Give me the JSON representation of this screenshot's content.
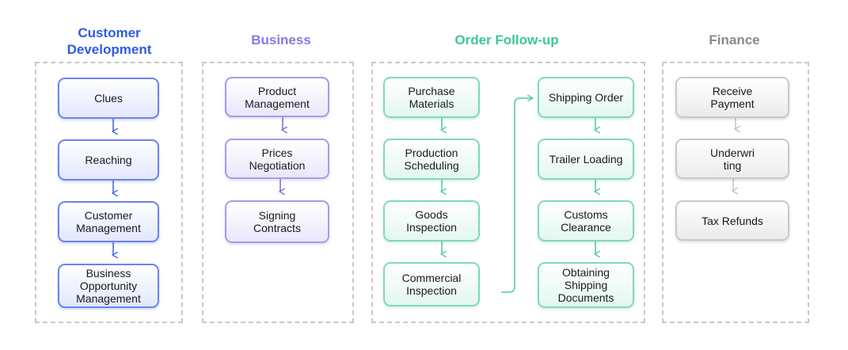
{
  "colors": {
    "customer": "#2f5be0",
    "business": "#8a78e3",
    "order": "#3ec795",
    "finance": "#8a8a8a"
  },
  "columns": {
    "customer": {
      "title_line1": "Customer",
      "title_line2": "Development",
      "steps": [
        "Clues",
        "Reaching",
        "Customer|Management",
        "Business|Opportunity|Management"
      ]
    },
    "business": {
      "title": "Business",
      "steps": [
        "Product|Management",
        "Prices|Negotiation",
        "Signing|Contracts"
      ]
    },
    "order": {
      "title": "Order Follow-up",
      "left_steps": [
        "Purchase|Materials",
        "Production|Scheduling",
        "Goods|Inspection",
        "Commercial|Inspection"
      ],
      "right_steps": [
        "Shipping Order",
        "Trailer Loading",
        "Customs|Clearance",
        "Obtaining|Shipping|Documents"
      ]
    },
    "finance": {
      "title": "Finance",
      "steps": [
        "Receive|Payment",
        "Underwri|ting",
        "Tax Refunds"
      ]
    }
  }
}
